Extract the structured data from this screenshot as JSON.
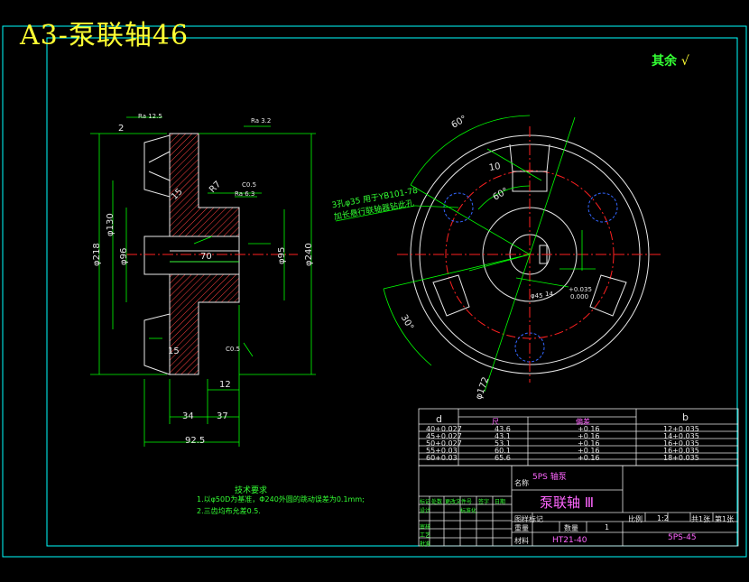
{
  "title": "A3-泵联轴46",
  "roughness_note": {
    "label": "其余",
    "mark": "√"
  },
  "colors": {
    "background": "#000000",
    "frame": "#00ffff",
    "yellow": "#ffff33",
    "green": "#33ff33",
    "white": "#e8e8e8",
    "hatch": "#ff4040",
    "pink": "#ff66ff",
    "centerline": "#ff2020"
  },
  "section_view": {
    "dimensions": [
      "φ218",
      "φ130",
      "φ96",
      "φ240",
      "φ95",
      "70",
      "12",
      "34",
      "37",
      "92.5"
    ],
    "labels": [
      "Ra 12.5",
      "Ra 3.2",
      "Ra 6.3",
      "C0.5",
      "R7",
      "15",
      "2"
    ]
  },
  "front_view": {
    "angles": [
      "60°",
      "60°",
      "30°"
    ],
    "dimensions": [
      "10",
      "φ172",
      "φ45",
      "14",
      "+0.035",
      "0.000"
    ],
    "hole_note": "3孔φ35 用于YB101-78",
    "hole_note2": "加长悬行联轴器钻此孔"
  },
  "tech_requirements": {
    "heading": "技术要求",
    "items": [
      "1.以φ50D为基准，Φ240外圆的跳动误差为0.1mm;",
      "2.三齿均布允差0.5."
    ]
  },
  "param_table": {
    "headers": [
      "d",
      "尺",
      "偏差",
      "b"
    ],
    "rows": [
      [
        "40+0.027",
        "43.6",
        "+0.16",
        "12+0.035"
      ],
      [
        "45+0.027",
        "43.1",
        "+0.16",
        "14+0.035"
      ],
      [
        "50+0.027",
        "53.1",
        "+0.16",
        "16+0.035"
      ],
      [
        "55+0.03",
        "60.1",
        "+0.16",
        "16+0.035"
      ],
      [
        "60+0.03",
        "65.6",
        "+0.16",
        "18+0.035"
      ]
    ]
  },
  "title_block": {
    "series": "5PS 轴泵",
    "part_name": "泵联轴 Ⅲ",
    "material": "HT21-40",
    "drawing_no": "5PS-45",
    "scale": "1:2",
    "sheet": "第1张",
    "total": "共1张",
    "qty": "1",
    "rows_left": [
      "标记",
      "处数",
      "更改文件号",
      "签字",
      "日期"
    ],
    "roles": [
      "设计",
      "标准化",
      "审核",
      "工艺",
      "批准"
    ],
    "fields": [
      "名称",
      "图样标记",
      "材料",
      "数量",
      "重量",
      "比例"
    ]
  }
}
